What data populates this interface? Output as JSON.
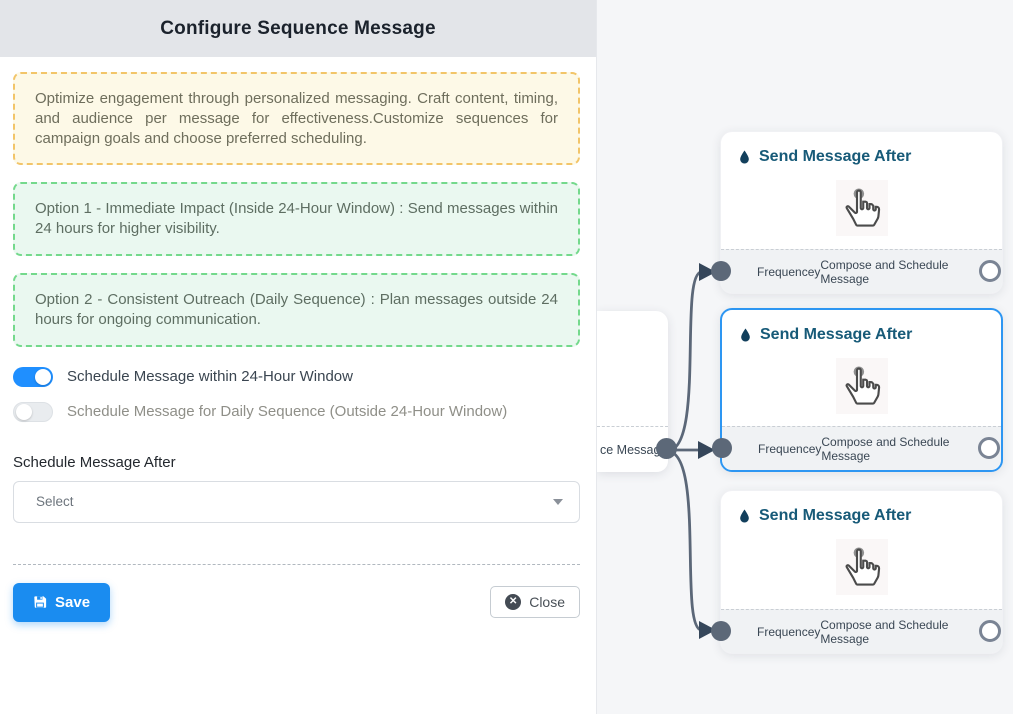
{
  "panel": {
    "title": "Configure Sequence Message",
    "intro": "Optimize engagement through personalized messaging. Craft content, timing, and audience per message for effectiveness.Customize sequences for campaign goals and choose preferred scheduling.",
    "option1": "Option 1 - Immediate Impact (Inside 24-Hour Window) : Send messages within 24 hours for higher visibility.",
    "option2": "Option 2 - Consistent Outreach (Daily Sequence) : Plan messages outside 24 hours for ongoing communication.",
    "toggles": [
      {
        "label": "Schedule Message within 24-Hour Window",
        "state": "on"
      },
      {
        "label": "Schedule Message for Daily Sequence (Outside 24-Hour Window)",
        "state": "off"
      }
    ],
    "schedule_after": {
      "label": "Schedule Message After",
      "value": "Select"
    },
    "buttons": {
      "save": "Save",
      "close": "Close"
    }
  },
  "canvas": {
    "stub_node": {
      "footer_label": "ce Message"
    },
    "nodes": [
      {
        "title": "Send Message After",
        "left_label": "Frequencey",
        "right_label": "Compose and Schedule Message",
        "selected": false
      },
      {
        "title": "Send Message After",
        "left_label": "Frequencey",
        "right_label": "Compose and Schedule Message",
        "selected": true
      },
      {
        "title": "Send Message After",
        "left_label": "Frequencey",
        "right_label": "Compose and Schedule Message",
        "selected": false
      }
    ],
    "icons": {
      "node_icon": "water-drop",
      "body_icon": "tap-hand"
    }
  },
  "colors": {
    "accent_blue": "#1a8cf0",
    "toggle_on": "#1f8fff",
    "selected_node_border": "#2d96f2",
    "node_title": "#175a78",
    "edge": "#5b6778",
    "yellow_note_border": "#f2c569",
    "green_note_border": "#74d98c",
    "canvas_bg": "#f5f6f8"
  }
}
